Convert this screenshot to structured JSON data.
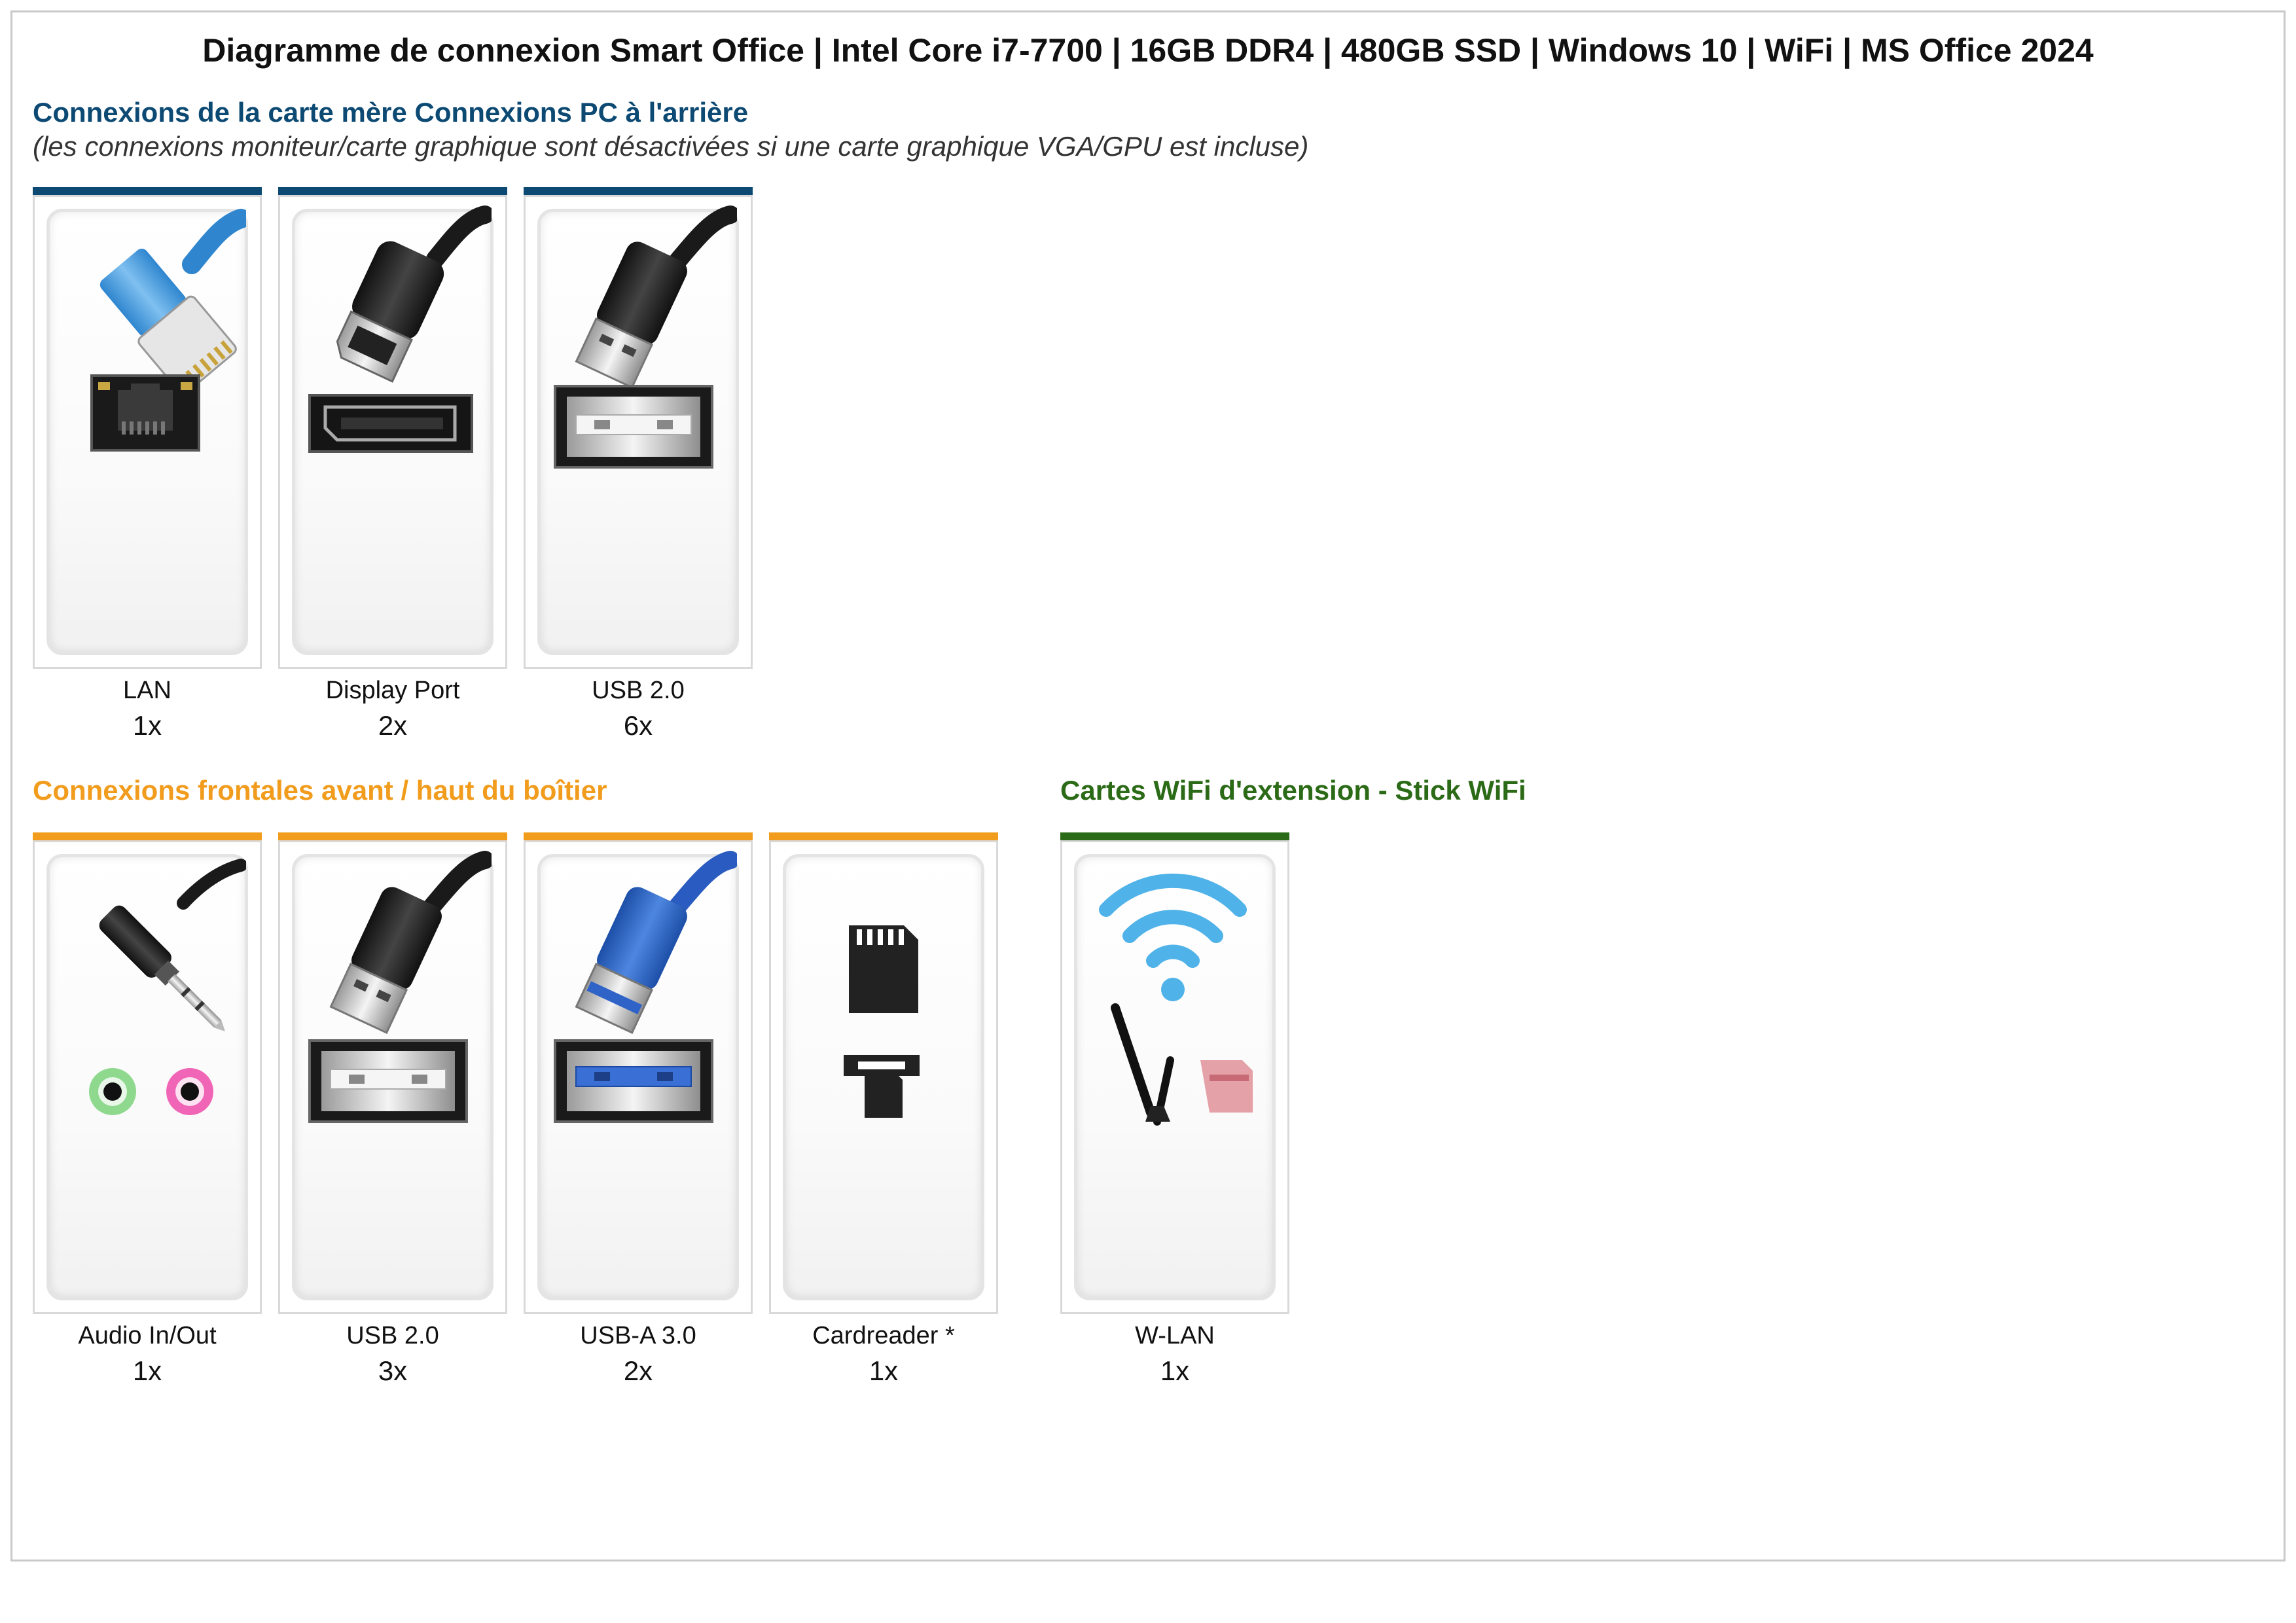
{
  "title": "Diagramme de connexion Smart Office | Intel Core i7-7700 | 16GB DDR4 | 480GB SSD | Windows 10 | WiFi | MS Office 2024",
  "colors": {
    "rear": "#0d4a73",
    "front": "#f29c1d",
    "wifi": "#2b6a16"
  },
  "rear": {
    "title": "Connexions de la carte mère Connexions PC à l'arrière",
    "subtitle": "(les connexions moniteur/carte graphique sont désactivées si une carte graphique VGA/GPU est incluse)",
    "items": [
      {
        "label": "LAN",
        "count": "1x",
        "icon": "ethernet-icon"
      },
      {
        "label": "Display Port",
        "count": "2x",
        "icon": "displayport-icon"
      },
      {
        "label": "USB 2.0",
        "count": "6x",
        "icon": "usb-icon"
      }
    ]
  },
  "front": {
    "title": "Connexions frontales avant / haut du boîtier",
    "items": [
      {
        "label": "Audio In/Out",
        "count": "1x",
        "icon": "audio-jack-icon"
      },
      {
        "label": "USB 2.0",
        "count": "3x",
        "icon": "usb-icon"
      },
      {
        "label": "USB-A 3.0",
        "count": "2x",
        "icon": "usb3-icon"
      },
      {
        "label": "Cardreader *",
        "count": "1x",
        "icon": "sd-card-icon"
      }
    ]
  },
  "wifi": {
    "title": "Cartes WiFi d'extension - Stick WiFi",
    "items": [
      {
        "label": "W-LAN",
        "count": "1x",
        "icon": "wifi-icon"
      }
    ]
  }
}
